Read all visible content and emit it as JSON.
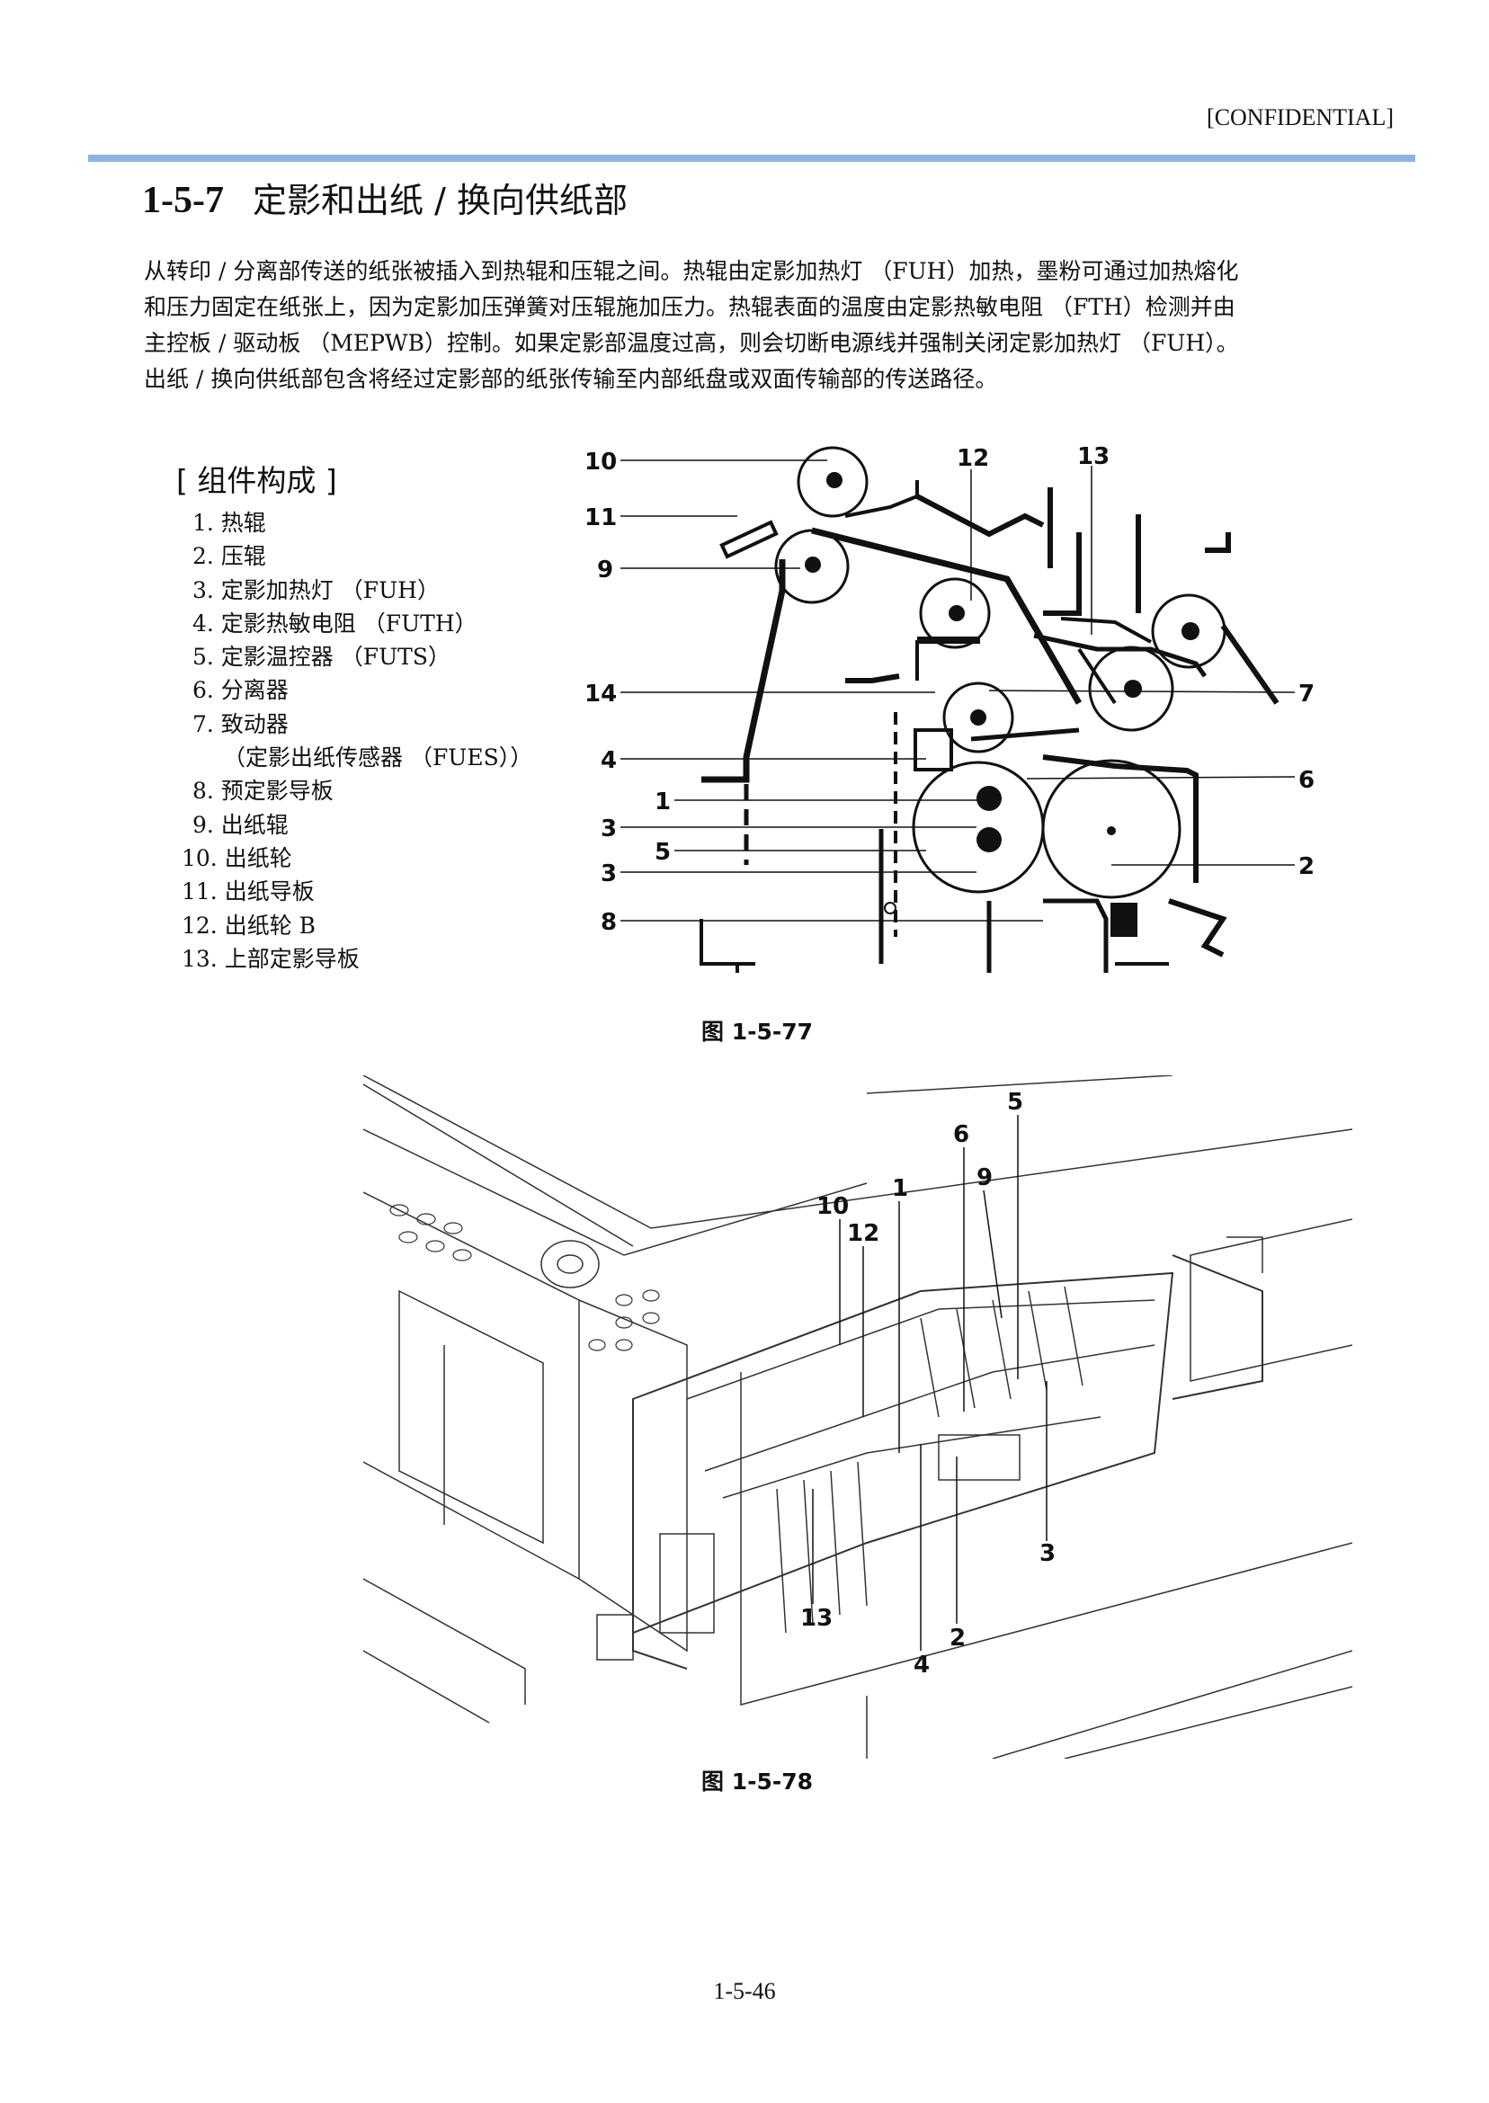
{
  "header": {
    "confidential": "[CONFIDENTIAL]"
  },
  "section": {
    "number": "1-5-7",
    "title": "定影和出纸 / 换向供纸部"
  },
  "paragraph": [
    "从转印 / 分离部传送的纸张被插入到热辊和压辊之间。热辊由定影加热灯 （FUH）加热，墨粉可通过加热熔化",
    "和压力固定在纸张上，因为定影加压弹簧对压辊施加压力。热辊表面的温度由定影热敏电阻 （FTH）检测并由",
    "主控板 / 驱动板 （MEPWB）控制。如果定影部温度过高，则会切断电源线并强制关闭定影加热灯 （FUH）。",
    "出纸 / 换向供纸部包含将经过定影部的纸张传输至内部纸盘或双面传输部的传送路径。"
  ],
  "components": {
    "title": "[ 组件构成 ]",
    "items": [
      "1. 热辊",
      "2. 压辊",
      "3. 定影加热灯 （FUH）",
      "4. 定影热敏电阻 （FUTH）",
      "5. 定影温控器 （FUTS）",
      "6. 分离器",
      "7. 致动器",
      "（定影出纸传感器 （FUES））",
      "8. 预定影导板",
      "9. 出纸辊",
      "10. 出纸轮",
      "11. 出纸导板",
      "12. 出纸轮 B",
      "13. 上部定影导板"
    ]
  },
  "figure1": {
    "caption": "图 1-5-77",
    "labels": [
      "10",
      "11",
      "9",
      "12",
      "13",
      "14",
      "7",
      "4",
      "6",
      "1",
      "3",
      "5",
      "2",
      "3",
      "8"
    ]
  },
  "figure2": {
    "caption": "图 1-5-78",
    "labels": [
      "5",
      "6",
      "9",
      "10",
      "1",
      "12",
      "3",
      "13",
      "4",
      "2"
    ]
  },
  "footer": {
    "page": "1-5-46"
  }
}
